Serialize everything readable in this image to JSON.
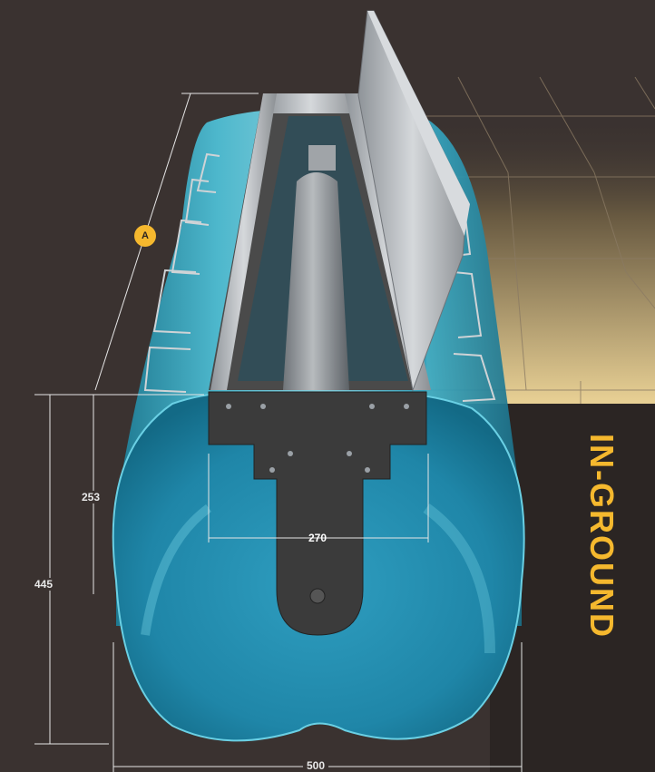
{
  "title": "IN-GROUND",
  "badge": "A",
  "dimensions": {
    "height_total": "445",
    "height_upper": "253",
    "width_inner": "270",
    "width_outer": "500"
  },
  "colors": {
    "background": "#3a3230",
    "accent": "#f5b82e",
    "tube": "#2aa6c4",
    "metal": "#b8bcc0"
  }
}
